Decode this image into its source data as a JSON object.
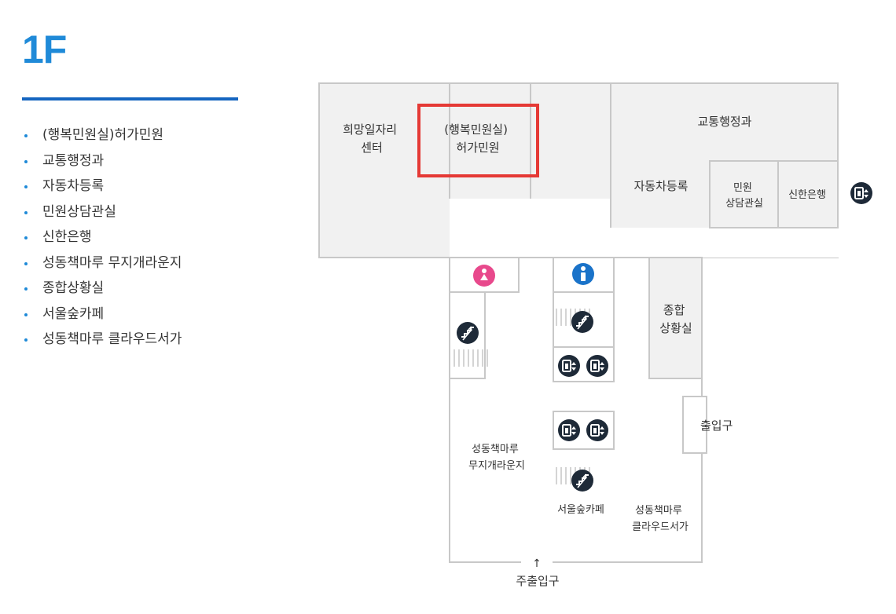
{
  "floor": "1F",
  "legend": [
    "(행복민원실)허가민원",
    "교통행정과",
    "자동차등록",
    "민원상담관실",
    "신한은행",
    "성동책마루 무지개라운지",
    "종합상황실",
    "서울숲카페",
    "성동책마루 클라우드서가"
  ],
  "map": {
    "rooms": {
      "hope_center": [
        "희망일자리",
        "센터"
      ],
      "permit": [
        "(행복민원실)",
        "허가민원"
      ],
      "traffic": "교통행정과",
      "car_reg": "자동차등록",
      "consult": [
        "민원",
        "상담관실"
      ],
      "bank": "신한은행",
      "situation": [
        "종합",
        "상황실"
      ],
      "exit": "출입구",
      "rainbow": [
        "성동책마루",
        "무지개라운지"
      ],
      "cafe": "서울숲카페",
      "cloud": [
        "성동책마루",
        "클라우드서가"
      ],
      "main_entrance": "주출입구"
    },
    "icons": [
      "female-restroom-icon",
      "male-restroom-icon",
      "stairs-icon",
      "elevator-icon"
    ],
    "highlight_color": "#e53935"
  }
}
